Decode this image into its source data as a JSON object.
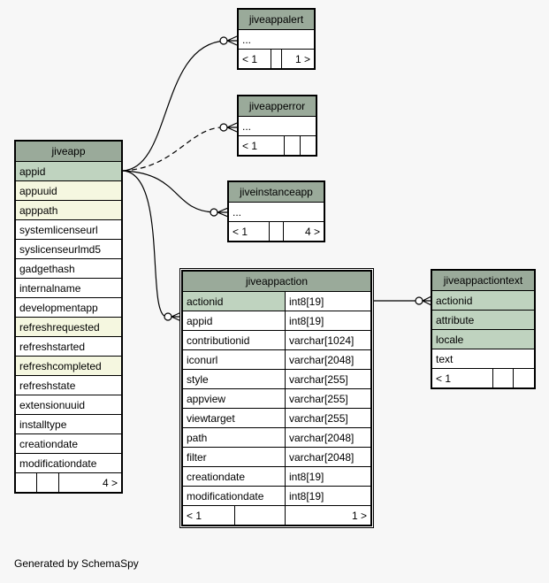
{
  "footer": "Generated by SchemaSpy",
  "tables": {
    "jiveappalert": {
      "name": "jiveappalert",
      "columns": [
        "..."
      ],
      "nav": [
        "< 1",
        "",
        "1 >"
      ]
    },
    "jiveapperror": {
      "name": "jiveapperror",
      "columns": [
        "..."
      ],
      "nav": [
        "< 1",
        "",
        ""
      ]
    },
    "jiveinstanceapp": {
      "name": "jiveinstanceapp",
      "columns": [
        "..."
      ],
      "nav": [
        "< 1",
        "",
        "4 >"
      ]
    },
    "jiveapp": {
      "name": "jiveapp",
      "columns": [
        {
          "name": "appid",
          "kind": "pk"
        },
        {
          "name": "appuuid",
          "kind": "idx"
        },
        {
          "name": "apppath",
          "kind": "idx"
        },
        {
          "name": "systemlicenseurl",
          "kind": ""
        },
        {
          "name": "syslicenseurlmd5",
          "kind": ""
        },
        {
          "name": "gadgethash",
          "kind": ""
        },
        {
          "name": "internalname",
          "kind": ""
        },
        {
          "name": "developmentapp",
          "kind": ""
        },
        {
          "name": "refreshrequested",
          "kind": "idx"
        },
        {
          "name": "refreshstarted",
          "kind": ""
        },
        {
          "name": "refreshcompleted",
          "kind": "idx"
        },
        {
          "name": "refreshstate",
          "kind": ""
        },
        {
          "name": "extensionuuid",
          "kind": ""
        },
        {
          "name": "installtype",
          "kind": ""
        },
        {
          "name": "creationdate",
          "kind": ""
        },
        {
          "name": "modificationdate",
          "kind": ""
        }
      ],
      "nav": [
        "",
        "",
        "4 >"
      ]
    },
    "jiveappaction": {
      "name": "jiveappaction",
      "columns": [
        {
          "name": "actionid",
          "type": "int8[19]",
          "kind": "pk"
        },
        {
          "name": "appid",
          "type": "int8[19]",
          "kind": ""
        },
        {
          "name": "contributionid",
          "type": "varchar[1024]",
          "kind": ""
        },
        {
          "name": "iconurl",
          "type": "varchar[2048]",
          "kind": ""
        },
        {
          "name": "style",
          "type": "varchar[255]",
          "kind": ""
        },
        {
          "name": "appview",
          "type": "varchar[255]",
          "kind": ""
        },
        {
          "name": "viewtarget",
          "type": "varchar[255]",
          "kind": ""
        },
        {
          "name": "path",
          "type": "varchar[2048]",
          "kind": ""
        },
        {
          "name": "filter",
          "type": "varchar[2048]",
          "kind": ""
        },
        {
          "name": "creationdate",
          "type": "int8[19]",
          "kind": ""
        },
        {
          "name": "modificationdate",
          "type": "int8[19]",
          "kind": ""
        }
      ],
      "nav": [
        "< 1",
        "",
        "1 >"
      ]
    },
    "jiveappactiontext": {
      "name": "jiveappactiontext",
      "columns": [
        {
          "name": "actionid",
          "kind": "pk"
        },
        {
          "name": "attribute",
          "kind": "pk"
        },
        {
          "name": "locale",
          "kind": "pk"
        },
        {
          "name": "text",
          "kind": ""
        }
      ],
      "nav": [
        "< 1",
        "",
        ""
      ]
    }
  }
}
